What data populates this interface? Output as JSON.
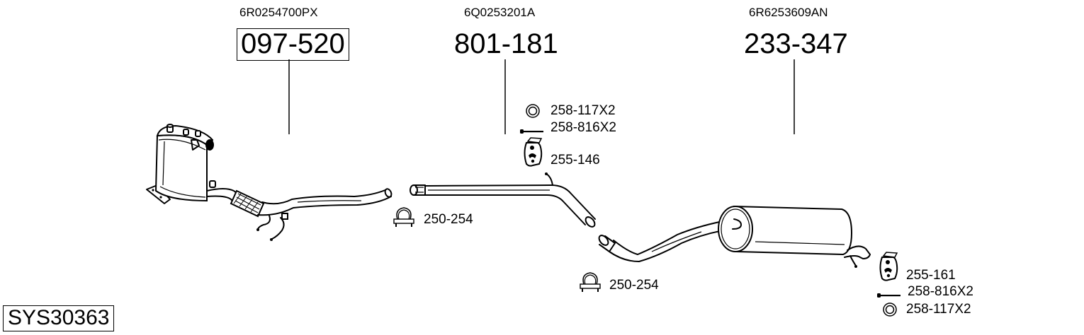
{
  "system_code": "SYS30363",
  "parts": [
    {
      "oem": "6R0254700PX",
      "number": "097-520",
      "boxed": true,
      "description": "diesel-particulate-filter-with-front-pipe"
    },
    {
      "oem": "6Q0253201A",
      "number": "801-181",
      "boxed": false,
      "description": "intermediate-pipe"
    },
    {
      "oem": "6R6253609AN",
      "number": "233-347",
      "boxed": false,
      "description": "rear-silencer"
    }
  ],
  "accessories": {
    "middle_group": [
      {
        "icon": "sealing-ring-icon",
        "label": "258-117X2"
      },
      {
        "icon": "bolt-icon",
        "label": "258-816X2"
      },
      {
        "icon": "rubber-hanger-icon",
        "label": "255-146"
      }
    ],
    "clamp_front": {
      "icon": "pipe-clamp-icon",
      "label": "250-254"
    },
    "clamp_rear": {
      "icon": "pipe-clamp-icon",
      "label": "250-254"
    },
    "rear_group": [
      {
        "icon": "rubber-hanger-icon",
        "label": "255-161"
      },
      {
        "icon": "bolt-icon",
        "label": "258-816X2"
      },
      {
        "icon": "sealing-ring-icon",
        "label": "258-117X2"
      }
    ]
  }
}
